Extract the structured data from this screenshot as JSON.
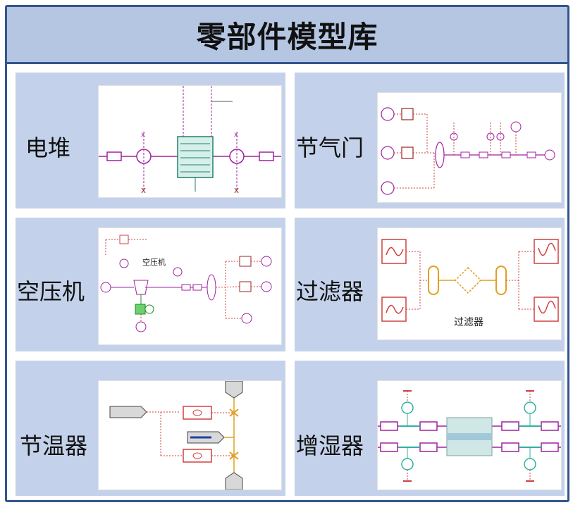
{
  "title": "零部件模型库",
  "components": [
    {
      "label": "电堆"
    },
    {
      "label": "节气门"
    },
    {
      "label": "空压机",
      "diagram_text": "空压机"
    },
    {
      "label": "过滤器",
      "diagram_text": "过滤器"
    },
    {
      "label": "节温器"
    },
    {
      "label": "增湿器"
    }
  ],
  "colors": {
    "border": "#34558f",
    "title_bg": "#b5c6e3",
    "cell_bg": "#c3d2ea",
    "magenta": "#a020a0",
    "red": "#d04040",
    "orange": "#e0a020",
    "teal": "#30b0a0",
    "green": "#20a040"
  }
}
